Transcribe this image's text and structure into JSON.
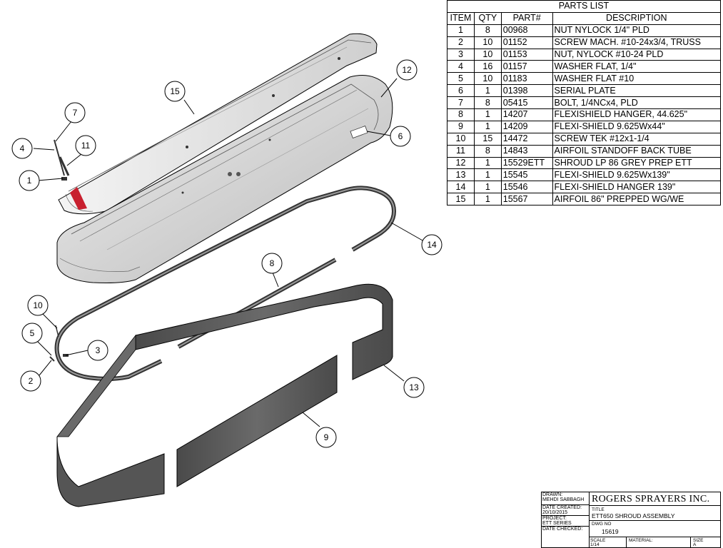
{
  "parts_list": {
    "title": "PARTS LIST",
    "headers": [
      "ITEM",
      "QTY",
      "PART#",
      "DESCRIPTION"
    ],
    "rows": [
      {
        "item": "1",
        "qty": "8",
        "part": "00968",
        "desc": "NUT NYLOCK 1/4\" PLD"
      },
      {
        "item": "2",
        "qty": "10",
        "part": "01152",
        "desc": "SCREW MACH. #10-24x3/4, TRUSS"
      },
      {
        "item": "3",
        "qty": "10",
        "part": "01153",
        "desc": "NUT, NYLOCK #10-24 PLD"
      },
      {
        "item": "4",
        "qty": "16",
        "part": "01157",
        "desc": "WASHER FLAT, 1/4\""
      },
      {
        "item": "5",
        "qty": "10",
        "part": "01183",
        "desc": "WASHER FLAT #10"
      },
      {
        "item": "6",
        "qty": "1",
        "part": "01398",
        "desc": "SERIAL PLATE"
      },
      {
        "item": "7",
        "qty": "8",
        "part": "05415",
        "desc": "BOLT, 1/4NCx4, PLD"
      },
      {
        "item": "8",
        "qty": "1",
        "part": "14207",
        "desc": "FLEXISHIELD HANGER, 44.625\""
      },
      {
        "item": "9",
        "qty": "1",
        "part": "14209",
        "desc": "FLEXI-SHIELD 9.625Wx44\""
      },
      {
        "item": "10",
        "qty": "15",
        "part": "14472",
        "desc": "SCREW TEK #12x1-1/4"
      },
      {
        "item": "11",
        "qty": "8",
        "part": "14843",
        "desc": "AIRFOIL STANDOFF BACK TUBE"
      },
      {
        "item": "12",
        "qty": "1",
        "part": "15529ETT",
        "desc": "SHROUD LP 86 GREY PREP ETT"
      },
      {
        "item": "13",
        "qty": "1",
        "part": "15545",
        "desc": "FLEXI-SHIELD 9.625Wx139\""
      },
      {
        "item": "14",
        "qty": "1",
        "part": "15546",
        "desc": "FLEXI-SHIELD HANGER 139\""
      },
      {
        "item": "15",
        "qty": "1",
        "part": "15567",
        "desc": "AIRFOIL 86\" PREPPED WG/WE"
      }
    ]
  },
  "callouts": [
    {
      "label": "1"
    },
    {
      "label": "2"
    },
    {
      "label": "3"
    },
    {
      "label": "4"
    },
    {
      "label": "5"
    },
    {
      "label": "6"
    },
    {
      "label": "7"
    },
    {
      "label": "8"
    },
    {
      "label": "9"
    },
    {
      "label": "10"
    },
    {
      "label": "11"
    },
    {
      "label": "12"
    },
    {
      "label": "13"
    },
    {
      "label": "14"
    },
    {
      "label": "15"
    }
  ],
  "title_block": {
    "drawn_label": "DRAWN:",
    "drawn_value": "MEHDI SABBAGH",
    "date_created_label": "DATE CREATED:",
    "date_created_value": "20/10/2015",
    "project_label": "PROJECT:",
    "project_value": "ETT SERIES",
    "date_checked_label": "DATE CHECKED:",
    "company": "ROGERS SPRAYERS INC.",
    "title_label": "TITLE",
    "title_value": "ETT650 SHROUD ASSEMBLY",
    "dwg_no_label": "DWG NO",
    "dwg_no_value": "15619",
    "scale_label": "SCALE",
    "scale_value": "1/14",
    "material_label": "MATERIAL:",
    "size_label": "SIZE",
    "size_value": "A"
  },
  "colors": {
    "line": "#000000",
    "panel_dark": "#5a5a5a",
    "panel_mid": "#8c8c8c",
    "shroud_light": "#d8d8d8",
    "airfoil_light": "#e6e6e6",
    "logo_red": "#c8202f"
  }
}
